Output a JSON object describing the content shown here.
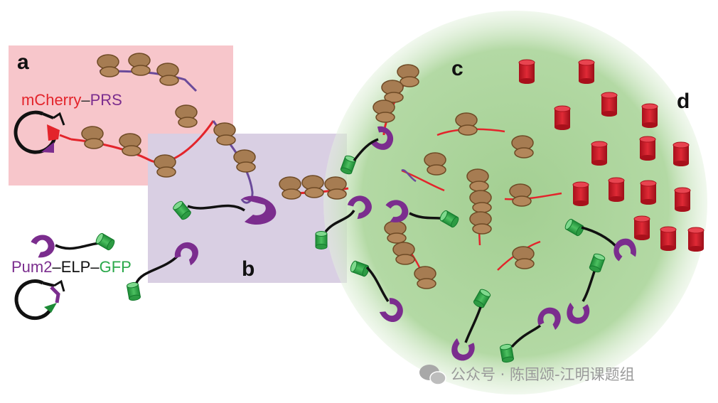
{
  "panels": {
    "a": "a",
    "b": "b",
    "c": "c",
    "d": "d"
  },
  "constructs": {
    "mcherry_prs": {
      "part1": "mCherry",
      "dash": "–",
      "part2": "PRS",
      "color1": "#e3242b",
      "color2": "#7b2d8e"
    },
    "pum2_elp_gfp": {
      "part1": "Pum2",
      "dash1": "–",
      "part2": "ELP",
      "dash2": "–",
      "part3": "GFP",
      "color1": "#7b2d8e",
      "color2": "#111111",
      "color3": "#2aa84a"
    }
  },
  "watermark": {
    "icon": "wechat-icon",
    "text": "公众号 · 陈国颂-江明课题组"
  },
  "colors": {
    "panel_a_bg": "#f7c6cb",
    "panel_b_bg": "#d9cfe3",
    "droplet": "#a9d39a",
    "ribosome": "#a67c52",
    "protein_cylinder": "#d0202e",
    "gfp": "#3aa84a",
    "pum2": "#7b2d8e"
  }
}
